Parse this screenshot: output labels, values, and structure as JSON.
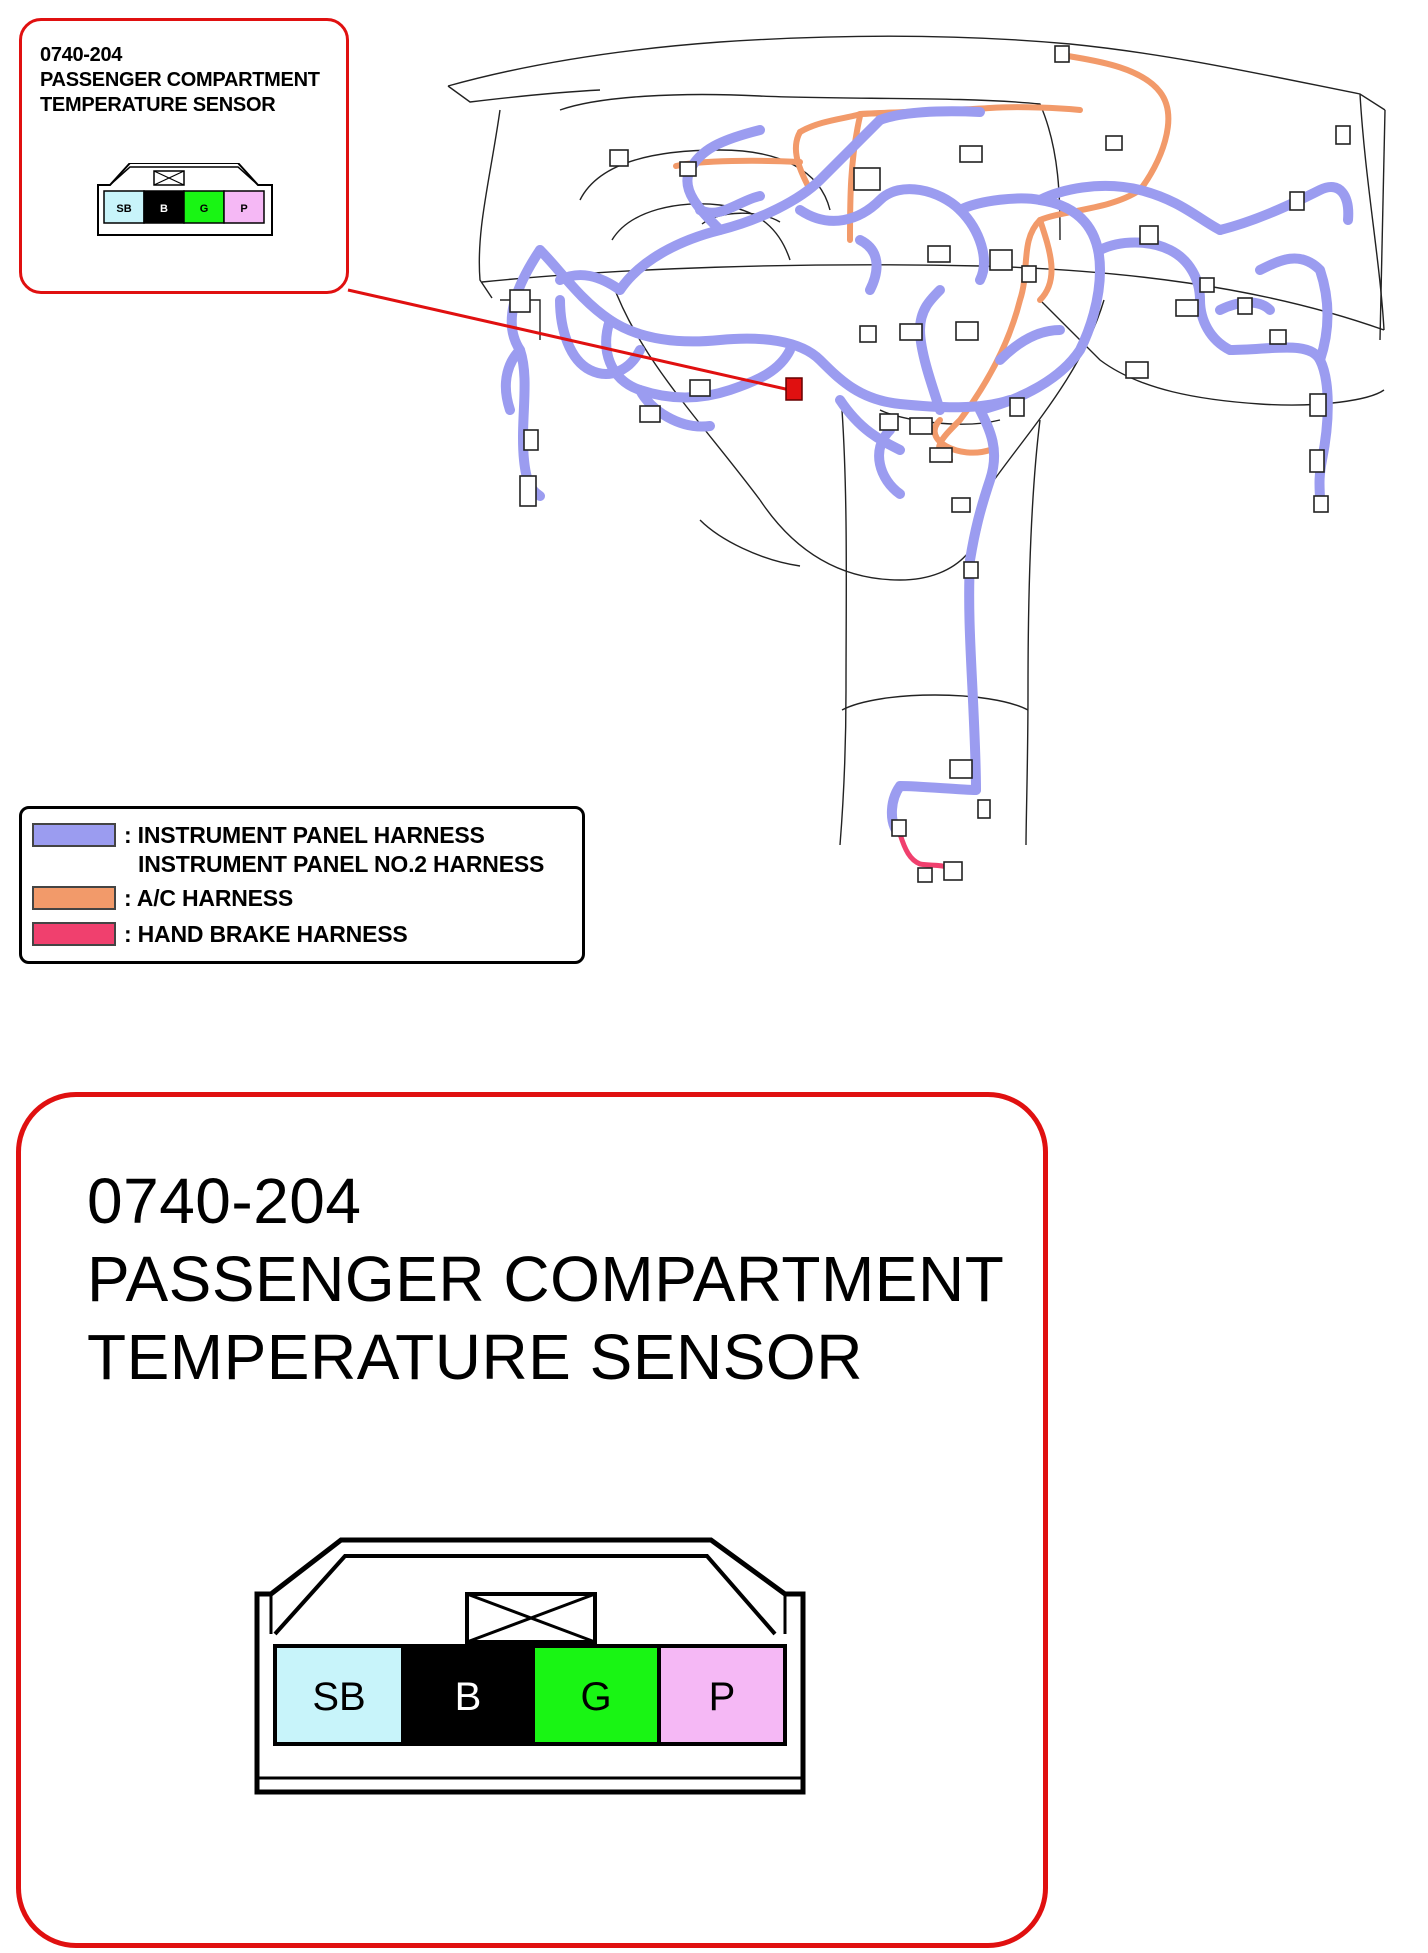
{
  "connector": {
    "code": "0740-204",
    "name_line1": "PASSENGER COMPARTMENT",
    "name_line2": "TEMPERATURE SENSOR",
    "pins": [
      {
        "label": "SB",
        "color": "#c8f4fa"
      },
      {
        "label": "B",
        "color": "#000000",
        "text_color": "#ffffff"
      },
      {
        "label": "G",
        "color": "#19f514"
      },
      {
        "label": "P",
        "color": "#f5b8f5"
      }
    ]
  },
  "legend": {
    "items": [
      {
        "text_line1": ": INSTRUMENT PANEL HARNESS",
        "text_line2": "INSTRUMENT PANEL NO.2 HARNESS",
        "color": "#9b9cf0"
      },
      {
        "text_line1": ": A/C HARNESS",
        "color": "#f29a6a"
      },
      {
        "text_line1": ": HAND BRAKE HARNESS",
        "color": "#f0406e"
      }
    ]
  },
  "colors": {
    "callout_border": "#e01010",
    "leader_line": "#e01010",
    "instrument_panel_harness": "#9b9cf0",
    "ac_harness": "#f29a6a",
    "hand_brake_harness": "#f0406e"
  }
}
